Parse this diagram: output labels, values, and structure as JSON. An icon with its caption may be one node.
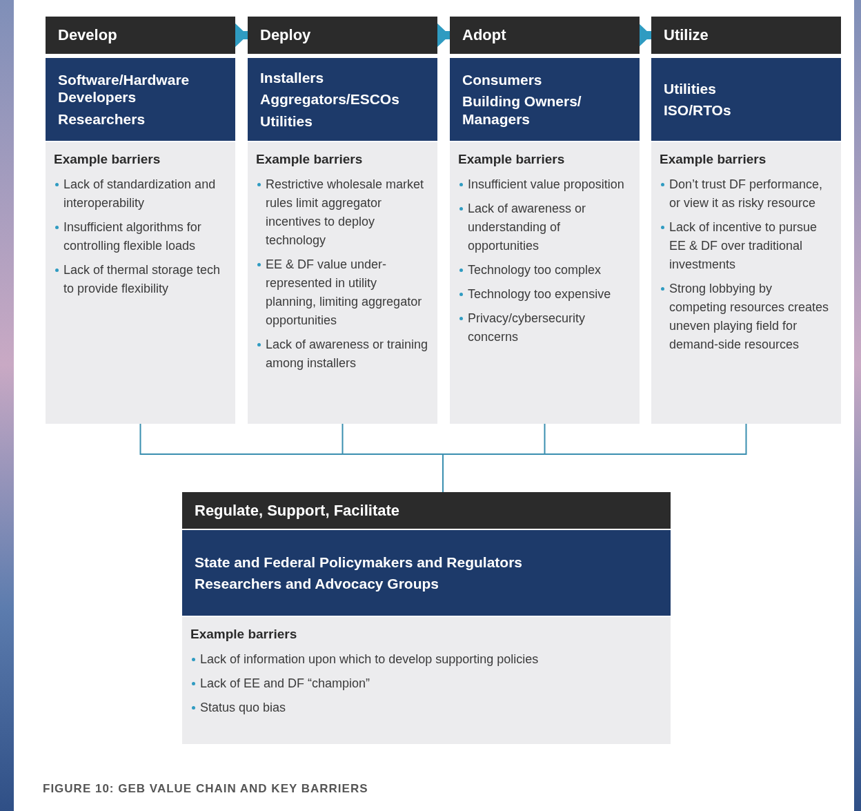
{
  "diagram": {
    "caption": "FIGURE 10: GEB VALUE CHAIN AND KEY BARRIERS",
    "nodes": [
      {
        "text": [
          "Develop"
        ]
      },
      {
        "text": [
          "Software/Hardware Developers",
          "Researchers"
        ]
      },
      {
        "text": [
          "Example barriers",
          "Lack of standardization and interoperability",
          "Insufficient algorithms for controlling flexible loads",
          "Lack of thermal storage tech to provide flexibility"
        ]
      },
      {
        "text": [
          "Deploy"
        ]
      },
      {
        "text": [
          "Installers",
          "Aggregators/ESCOs",
          "Utilities"
        ]
      },
      {
        "text": [
          "Example barriers",
          "Restrictive wholesale market rules limit aggregator incentives to deploy technology",
          "EE & DF value under-represented in utility planning, limiting aggregator opportunities",
          "Lack of awareness or training among installers"
        ]
      },
      {
        "text": [
          "Adopt"
        ]
      },
      {
        "text": [
          "Consumers",
          "Building Owners/ Managers"
        ]
      },
      {
        "text": [
          "Example barriers",
          "Insufficient value proposition",
          "Lack of awareness or understanding of opportunities",
          "Technology too complex",
          "Technology too expensive",
          "Privacy/cybersecurity concerns"
        ]
      },
      {
        "text": [
          "Utilize"
        ]
      },
      {
        "text": [
          "Utilities",
          "ISO/RTOs"
        ]
      },
      {
        "text": [
          "Example barriers",
          "Don’t trust DF performance, or view it as risky resource",
          "Lack of incentive to pursue EE & DF over traditional investments",
          "Strong lobbying by competing resources creates uneven playing field for demand-side resources"
        ]
      },
      {
        "text": [
          "Regulate, Support, Facilitate"
        ]
      },
      {
        "text": [
          "State and Federal Policymakers and Regulators",
          "Researchers and Advocacy Groups"
        ]
      },
      {
        "text": [
          "Example barriers",
          "Lack of information upon which to develop supporting policies",
          "Lack of EE and DF “champion”",
          "Status quo bias"
        ]
      }
    ],
    "edges": [
      {
        "from": 0,
        "to": 3,
        "arrow": "to",
        "style": "thick"
      },
      {
        "from": 3,
        "to": 6,
        "arrow": "to",
        "style": "thick"
      },
      {
        "from": 6,
        "to": 9,
        "arrow": "to",
        "style": "thick"
      },
      {
        "from": 2,
        "to": 12,
        "arrow": "none"
      },
      {
        "from": 5,
        "to": 12,
        "arrow": "none"
      },
      {
        "from": 8,
        "to": 12,
        "arrow": "none"
      },
      {
        "from": 11,
        "to": 12,
        "arrow": "none"
      }
    ]
  }
}
